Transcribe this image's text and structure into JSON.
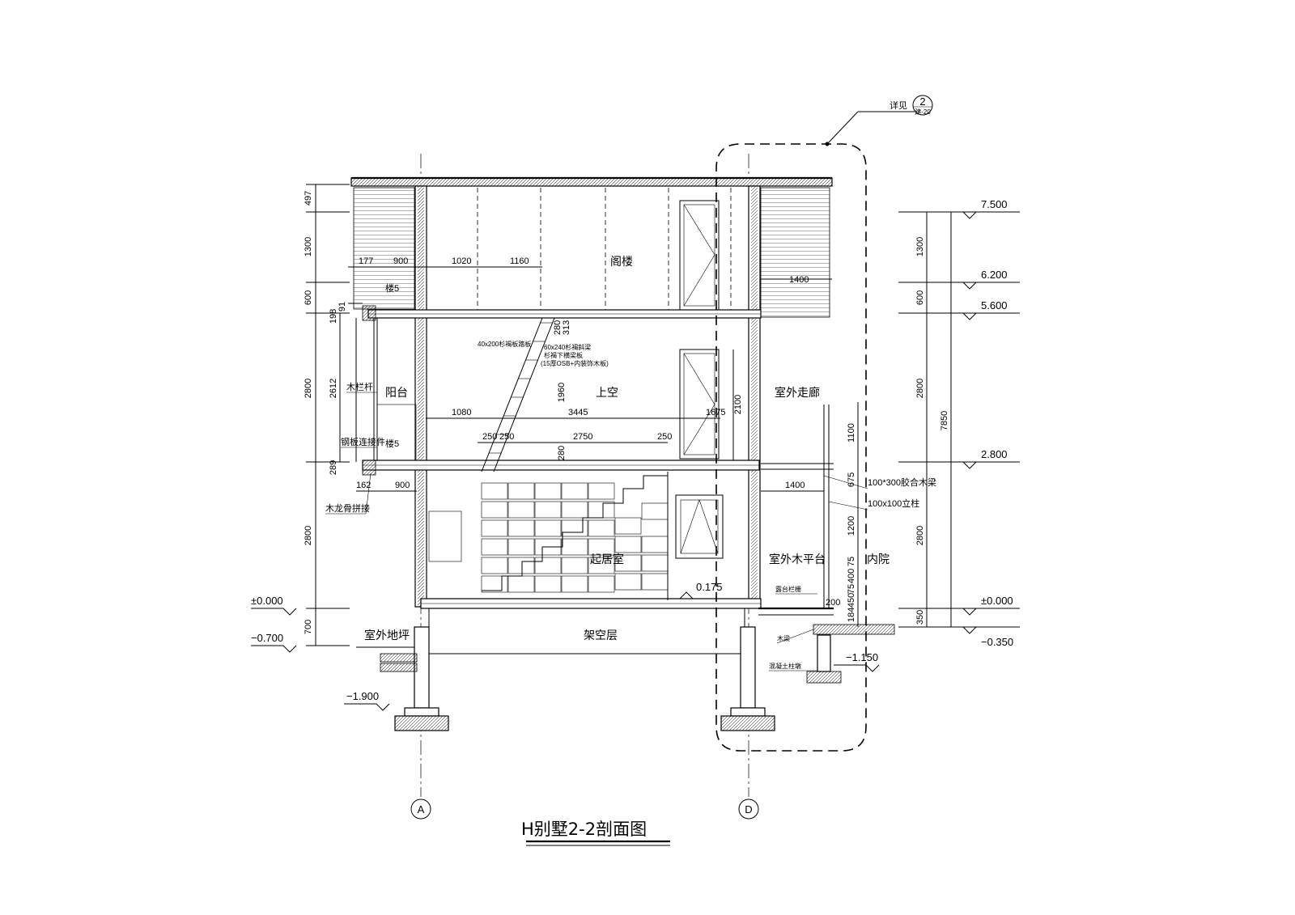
{
  "title": "H别墅2-2剖面图",
  "detail_ref": {
    "label": "详见",
    "number": "2",
    "sheet": "建-20"
  },
  "axes": {
    "left": "A",
    "right": "D"
  },
  "rooms": {
    "attic": "阁楼",
    "void": "上空",
    "living": "起居室",
    "crawl": "架空层",
    "balcony": "阳台",
    "outdoor_corridor": "室外走廊",
    "outdoor_deck": "室外木平台",
    "courtyard": "内院",
    "outdoor_ground": "室外地坪"
  },
  "notes": {
    "wood_rail": "木栏杆",
    "steel_plate": "钢板连接件",
    "wood_keel": "木龙骨拼接",
    "floor5_a": "楼5",
    "floor5_b": "楼5",
    "stair_tread": "40x200杉褐板踏板",
    "stair_stringer": "60x240杉褐斜梁",
    "stair_beam": "杉褐下横梁板",
    "osb_board": "(15厚OSB+内装饰木板)",
    "glulam_beam": "100*300胶合木梁",
    "post": "100x100立柱",
    "deck_rail": "露台栏栅",
    "wood_joist": "木梁",
    "pier": "混凝土柱墩"
  },
  "levels": {
    "roof": "7.500",
    "l620": "6.200",
    "l560": "5.600",
    "l280": "2.800",
    "zero_left": "±0.000",
    "zero_right": "±0.000",
    "neg035": "−0.350",
    "neg070": "−0.700",
    "neg115": "−1.150",
    "neg190": "−1.900",
    "room017": "0.175"
  },
  "dims_left": [
    "497",
    "1300",
    "600",
    "2800",
    "2800",
    "700"
  ],
  "dims_left_inner": {
    "d2612": "2612",
    "d198": "198",
    "d91": "91",
    "d289": "289"
  },
  "dims_right": [
    "1300",
    "600",
    "2800",
    "2800",
    "350"
  ],
  "dims_right_total": "7850",
  "dims_right_inner": [
    "1100",
    "675",
    "1200",
    "75",
    "400",
    "75",
    "450",
    "184"
  ],
  "dims_horizontal": {
    "d177": "177",
    "d900a": "900",
    "d1020": "1020",
    "d1160": "1160",
    "d1400a": "1400",
    "d1080": "1080",
    "d3445": "3445",
    "d1675": "1675",
    "d250a": "250",
    "d250b": "250",
    "d2750": "2750",
    "d250c": "250",
    "d162": "162",
    "d900b": "900",
    "d1400b": "1400",
    "d200": "200"
  },
  "dims_vertical_inner": {
    "d280a": "280",
    "d313": "313",
    "d1960": "1960",
    "d280b": "280",
    "d2100": "2100"
  }
}
